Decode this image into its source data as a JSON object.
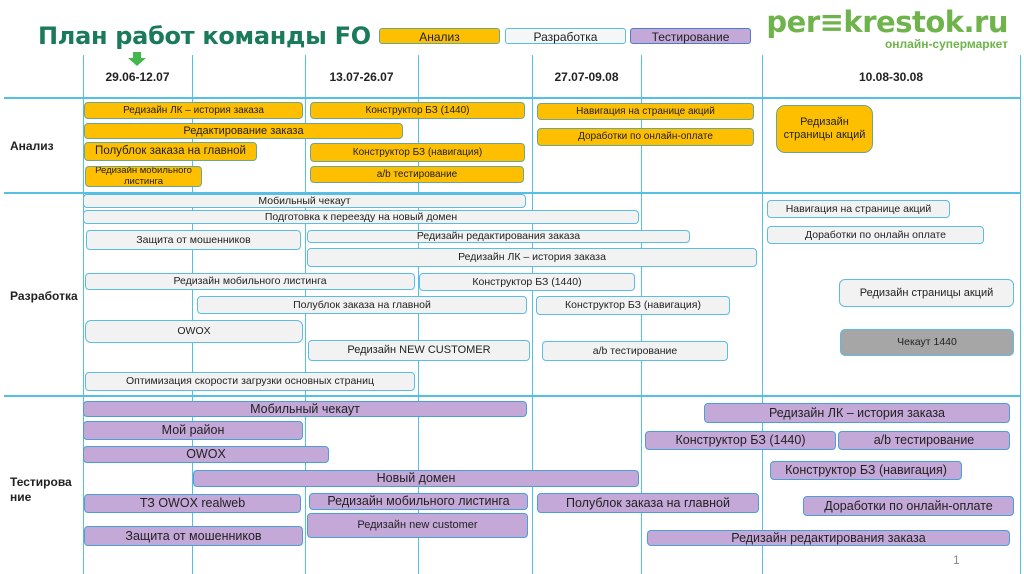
{
  "header": {
    "title": "План работ команды FO",
    "legend": [
      {
        "label": "Анализ",
        "kind": "analysis"
      },
      {
        "label": "Разработка",
        "kind": "dev"
      },
      {
        "label": "Тестирование",
        "kind": "test"
      }
    ],
    "logo": {
      "main": "per≡krestok.ru",
      "sub": "онлайн-супермаркет"
    }
  },
  "timeline": {
    "periods": [
      "29.06-12.07",
      "13.07-26.07",
      "27.07-09.08",
      "10.08-30.08"
    ],
    "current_marker": "29.06-12.07"
  },
  "colors": {
    "analysis": "#fdbf00",
    "dev": "#f2f2f2",
    "test": "#c4a8d8",
    "grid": "#55c0e6",
    "title": "#1b7a5a",
    "logo": "#6fb34c",
    "marker": "#43b84a"
  },
  "sections": {
    "analysis": {
      "label": "Анализ",
      "tasks": [
        "Редизайн ЛК – история заказа",
        "Конструктор БЗ (1440)",
        "Навигация на странице акций",
        "Редактирование заказа",
        "Доработки по онлайн-оплате",
        "Полублок заказа на главной",
        "Конструктор БЗ (навигация)",
        "Редизайн мобильного листинга",
        "a/b тестирование",
        "Редизайн страницы акций"
      ]
    },
    "dev": {
      "label": "Разработка",
      "tasks": [
        "Мобильный чекаут",
        "Подготовка к переезду на новый домен",
        "Навигация на странице акций",
        "Защита от мошенников",
        "Редизайн редактирования заказа",
        "Доработки по онлайн оплате",
        "Редизайн ЛК – история заказа",
        "Редизайн мобильного листинга",
        "Конструктор БЗ (1440)",
        "Редизайн страницы акций",
        "Полублок заказа на главной",
        "Конструктор БЗ (навигация)",
        "OWOX",
        "Чекаут 1440",
        "Редизайн NEW CUSTOMER",
        "a/b тестирование",
        "Оптимизация скорости загрузки основных страниц"
      ]
    },
    "test": {
      "label": "Тестирование",
      "tasks": [
        "Мобильный чекаут",
        "Редизайн ЛК – история заказа",
        "Мой район",
        "Конструктор БЗ (1440)",
        "a/b тестирование",
        "OWOX",
        "Новый домен",
        "Конструктор БЗ (навигация)",
        "ТЗ OWOX realweb",
        "Редизайн мобильного листинга",
        "Полублок заказа на главной",
        "Доработки по онлайн-оплате",
        "Редизайн new customer",
        "Защита от мошенников",
        "Редизайн редактирования заказа"
      ]
    }
  },
  "page_number": "1"
}
